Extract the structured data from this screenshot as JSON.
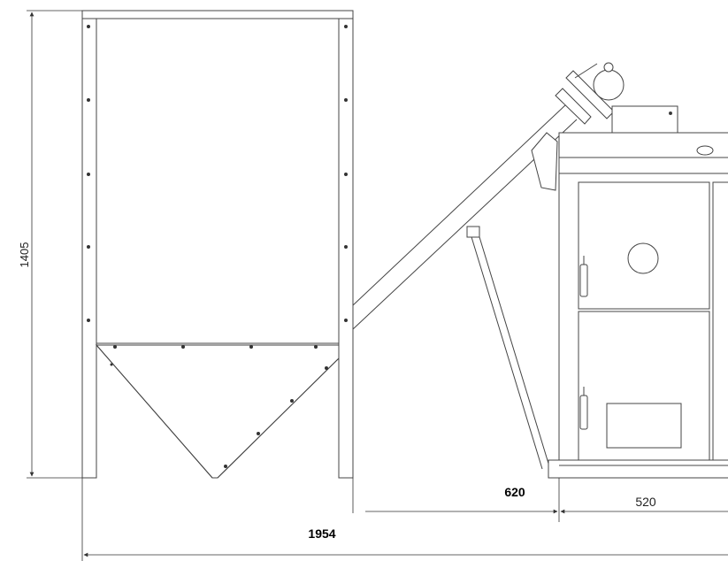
{
  "dimensions": {
    "height": "1405",
    "hopper_to_boiler": "620",
    "boiler_depth": "520",
    "total_length": "1954"
  }
}
